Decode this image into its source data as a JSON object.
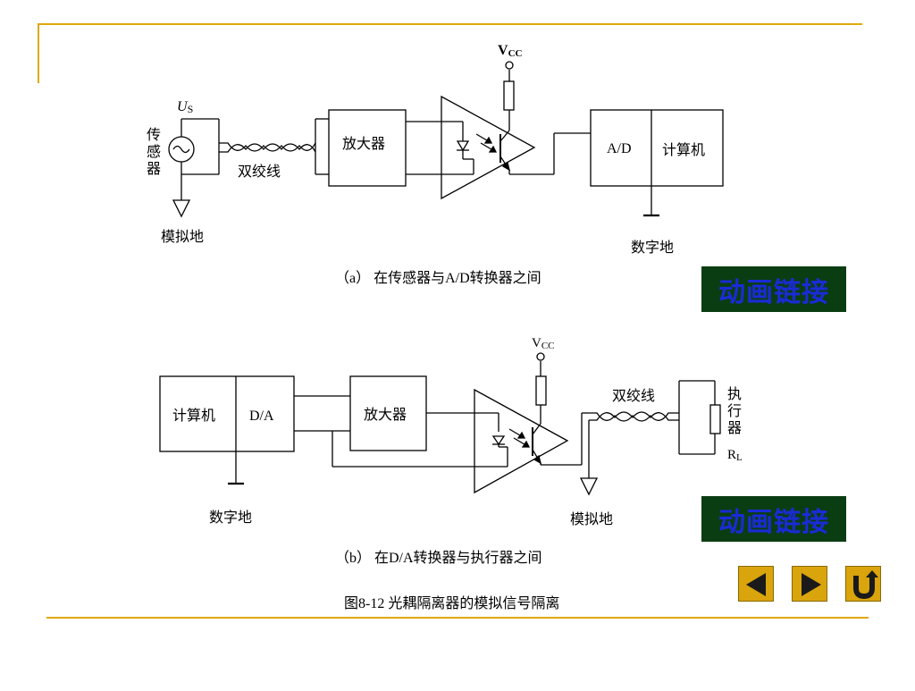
{
  "diagram_a": {
    "vcc_main": "V",
    "vcc_sub": "CC",
    "us_main": "U",
    "us_sub": "S",
    "sensor_label": [
      "传",
      "感",
      "器"
    ],
    "twisted_pair": "双绞线",
    "amplifier": "放大器",
    "ad": "A/D",
    "computer": "计算机",
    "analog_ground": "模拟地",
    "digital_ground": "数字地",
    "caption": "（a）  在传感器与A/D转换器之间"
  },
  "diagram_b": {
    "vcc_main": "V",
    "vcc_sub": "CC",
    "computer": "计算机",
    "da": "D/A",
    "amplifier": "放大器",
    "twisted_pair": "双绞线",
    "actuator_label": [
      "执",
      "行",
      "器"
    ],
    "rl_main": "R",
    "rl_sub": "L",
    "digital_ground": "数字地",
    "analog_ground": "模拟地",
    "caption": "（b）  在D/A转换器与执行器之间"
  },
  "figure_caption": "图8-12   光耦隔离器的模拟信号隔离",
  "buttons": {
    "animation_link_a": "动画链接",
    "animation_link_b": "动画链接"
  },
  "nav": {
    "prev_icon": "left-triangle-icon",
    "next_icon": "right-triangle-icon",
    "return_icon": "u-turn-icon"
  },
  "colors": {
    "accent_line": "#e0a80c",
    "anim_bg": "#0b3d12",
    "anim_text": "#1a2bd6",
    "nav_bg": "#d9a40c"
  }
}
